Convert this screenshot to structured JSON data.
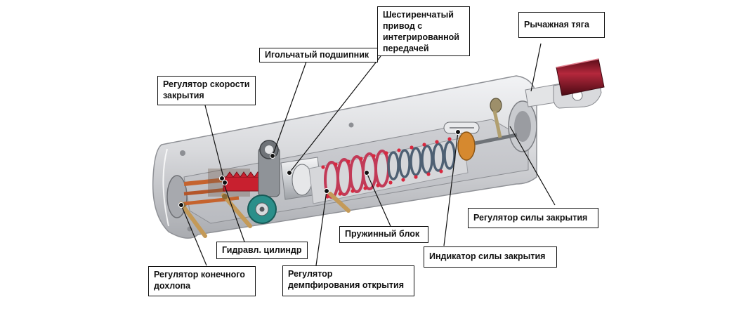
{
  "colors": {
    "housing": "#dcdde0",
    "spring": "#c23a57",
    "ink": "#111111",
    "background": "#ffffff"
  },
  "labels": {
    "lever_arm": "Рычажная тяга",
    "pinion_drive": [
      "Шестиренчатый",
      "привод с",
      "интегрированной",
      "передачей"
    ],
    "needle_bearing": "Игольчатый подшипник",
    "closing_speed": [
      "Регулятор скорости",
      "закрытия"
    ],
    "closing_force_regulator": "Регулятор силы закрытия",
    "spring_pack": "Пружинный блок",
    "closing_force_indicator": "Индикатор силы закрытия",
    "hydraulic_cylinder": "Гидравл. цилиндр",
    "latch_regulator": [
      "Регулятор конечного",
      "дохлопа"
    ],
    "backcheck_regulator": [
      "Регулятор",
      "демпфирования открытия"
    ]
  }
}
